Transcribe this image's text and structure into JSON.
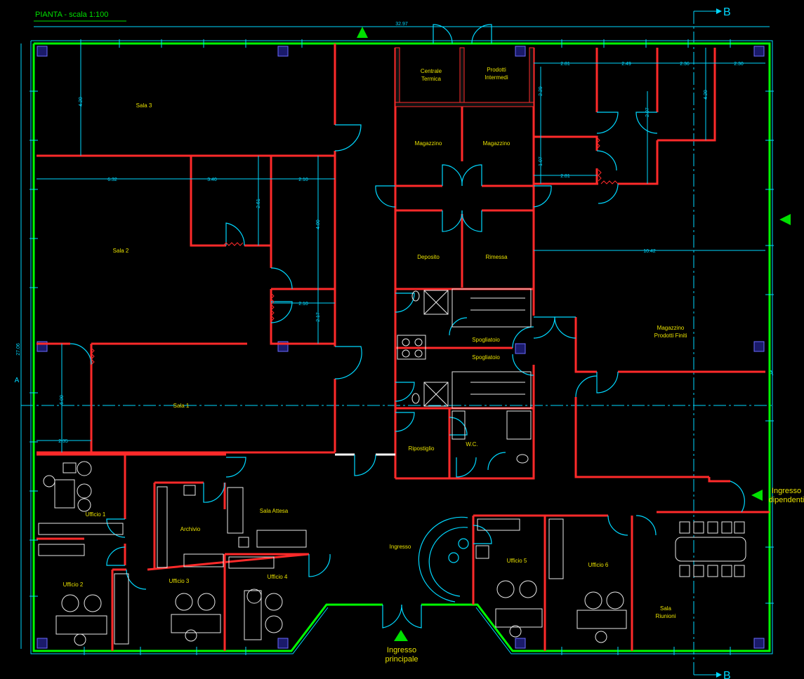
{
  "title": "PIANTA - scala 1:100",
  "rooms": {
    "sala3": "Sala 3",
    "sala2": "Sala 2",
    "sala1": "Sala 1",
    "centrale": "Centrale\nTermica",
    "prodotti_int": "Prodotti\nIntermedi",
    "magazzino_a": "Magazzino",
    "magazzino_b": "Magazzino",
    "deposito": "Deposito",
    "rimessa": "Rimessa",
    "spogliatoio_a": "Spogliatoio",
    "spogliatoio_b": "Spogliatoio",
    "ripostiglio": "Ripostiglio",
    "wc": "W.C.",
    "magazzino_pf": "Magazzino\nProdotti Finiti",
    "ufficio1": "Ufficio 1",
    "ufficio2": "Ufficio 2",
    "ufficio3": "Ufficio 3",
    "ufficio4": "Ufficio 4",
    "ufficio5": "Ufficio 5",
    "ufficio6": "Ufficio 6",
    "archivio": "Archivio",
    "sala_attesa": "Sala Attesa",
    "ingresso": "Ingresso",
    "sala_riunioni": "Sala\nRiunioni"
  },
  "entrances": {
    "principale": "Ingresso\nprincipale",
    "dipendenti": "Ingresso\ndipendenti"
  },
  "section_marks": {
    "b_top": "B",
    "b_bottom": "B",
    "a_left": "A",
    "a_right": "A"
  },
  "dimensions": {
    "total_width": "32.97",
    "total_height": "27.06",
    "sala3_h": "4.20",
    "sala2_w": "6.32",
    "d_340": "3.40",
    "d_210": "2.10",
    "d_261": "2.61",
    "d_400": "4.00",
    "d_210b": "2.10",
    "d_217": "2.17",
    "sala1_h": "6.00",
    "d_235": "2.35",
    "d_281": "2.81",
    "d_249": "2.49",
    "d_236": "2.36",
    "d_230": "2.30",
    "d_229": "2.29",
    "d_420": "4.20",
    "d_207": "2.07",
    "d_107": "1.07",
    "d_281b": "2.81",
    "mag_w": "10.42"
  },
  "colors": {
    "background": "#000000",
    "walls": "#ff2a2a",
    "glazing": "#00ff00",
    "annotation": "#00d8ff",
    "room_labels": "#e8e000"
  }
}
